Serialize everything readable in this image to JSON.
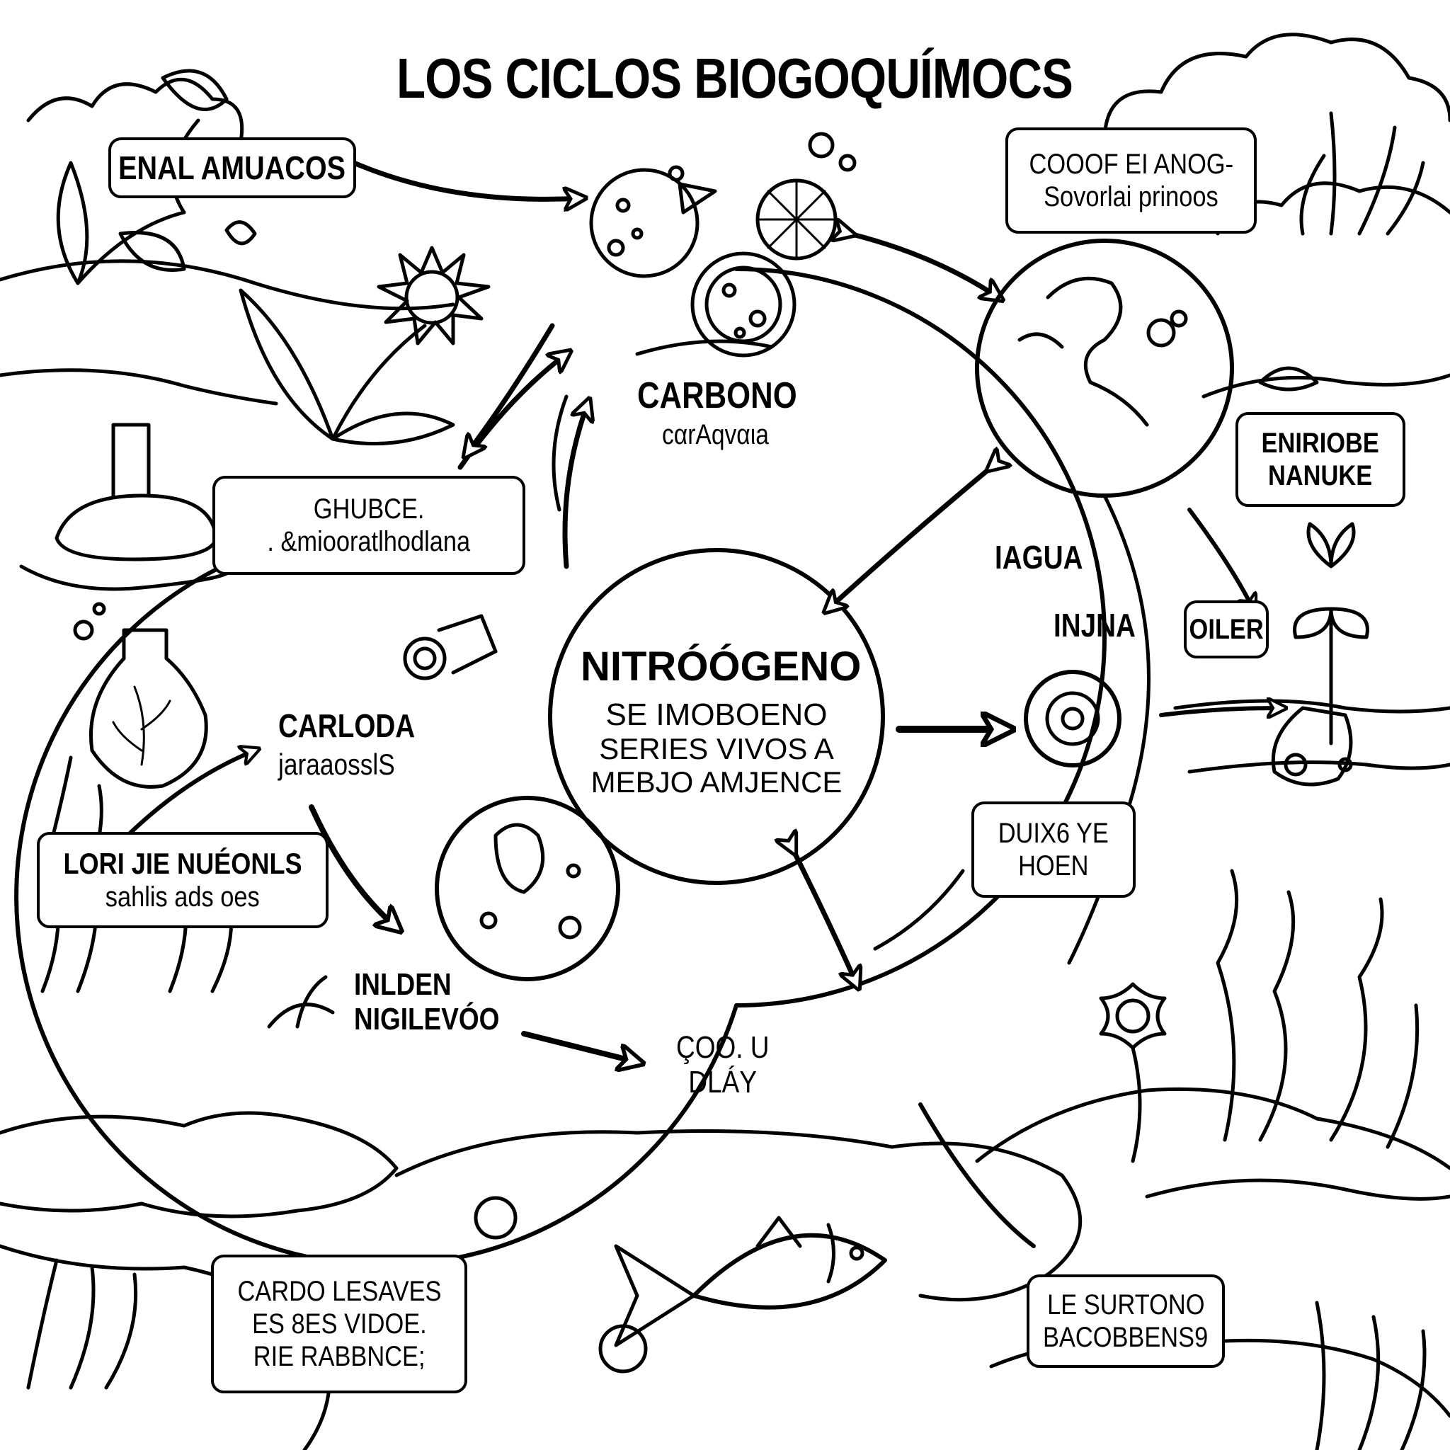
{
  "title": "LOS CICLOS BIOGOQUÍMOCS",
  "callouts": {
    "top_left": "ENAL AMUACOS",
    "top_right": [
      "COOOF EI ANOG-",
      "Sovorlai prinoos"
    ],
    "mid_left": [
      "GHUBCE.",
      ". &miooratlhodlana"
    ],
    "right_upper": [
      "ENIRIOBE",
      "NANUKE"
    ],
    "right_mid": "OILER",
    "left_lower": [
      "LORI JIE NUÉONLS",
      "sahlis ads oes"
    ],
    "right_lower": [
      "DUIX6 YE",
      "HOEN"
    ],
    "bottom_left": [
      "CARDO LESAVES",
      "ES 8ES VIDOE.",
      "RIE RABBNCE;"
    ],
    "bottom_right": [
      "LE SURTONO",
      "BACOBBENS9"
    ]
  },
  "labels": {
    "carbono": "CARBONO",
    "carbono_sub": "cαrAqvαιa",
    "agua": "IAGUA",
    "injna": "INJNA",
    "carloda": "CARLODA",
    "carloda_sub": "jaraaosslS",
    "inlden": [
      "INLDEN",
      "NIGILEVÓO"
    ],
    "coo": [
      "ÇOO. U",
      "DLÁY"
    ]
  },
  "center": {
    "heading": "NITRÓÓGENO",
    "lines": [
      "SE IMOBOENO",
      "SERIES VIVOS A",
      "MEBJO AMJENCE"
    ]
  },
  "colors": {
    "ink": "#000000",
    "paper": "#ffffff"
  }
}
